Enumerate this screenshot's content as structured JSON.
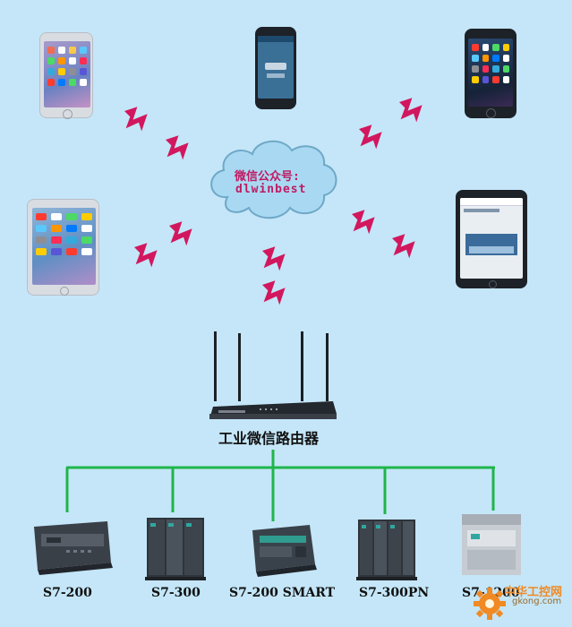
{
  "cloud": {
    "line1": "微信公众号:",
    "line2": "dlwinbest"
  },
  "router": {
    "label": "工业微信路由器"
  },
  "plcs": [
    {
      "label": "S7-200"
    },
    {
      "label": "S7-300"
    },
    {
      "label": "S7-200 SMART"
    },
    {
      "label": "S7-300PN"
    },
    {
      "label": "S7-1200"
    }
  ],
  "watermark": {
    "brand": "中华工控网",
    "domain": "gkong.com"
  },
  "colors": {
    "background": "#c4e6f8",
    "cloud_fill": "#a9d9f2",
    "cloud_stroke": "#6fa8c8",
    "signal": "#d2175e",
    "bus_line": "#1fb54a",
    "text_accent": "#c01a62"
  }
}
